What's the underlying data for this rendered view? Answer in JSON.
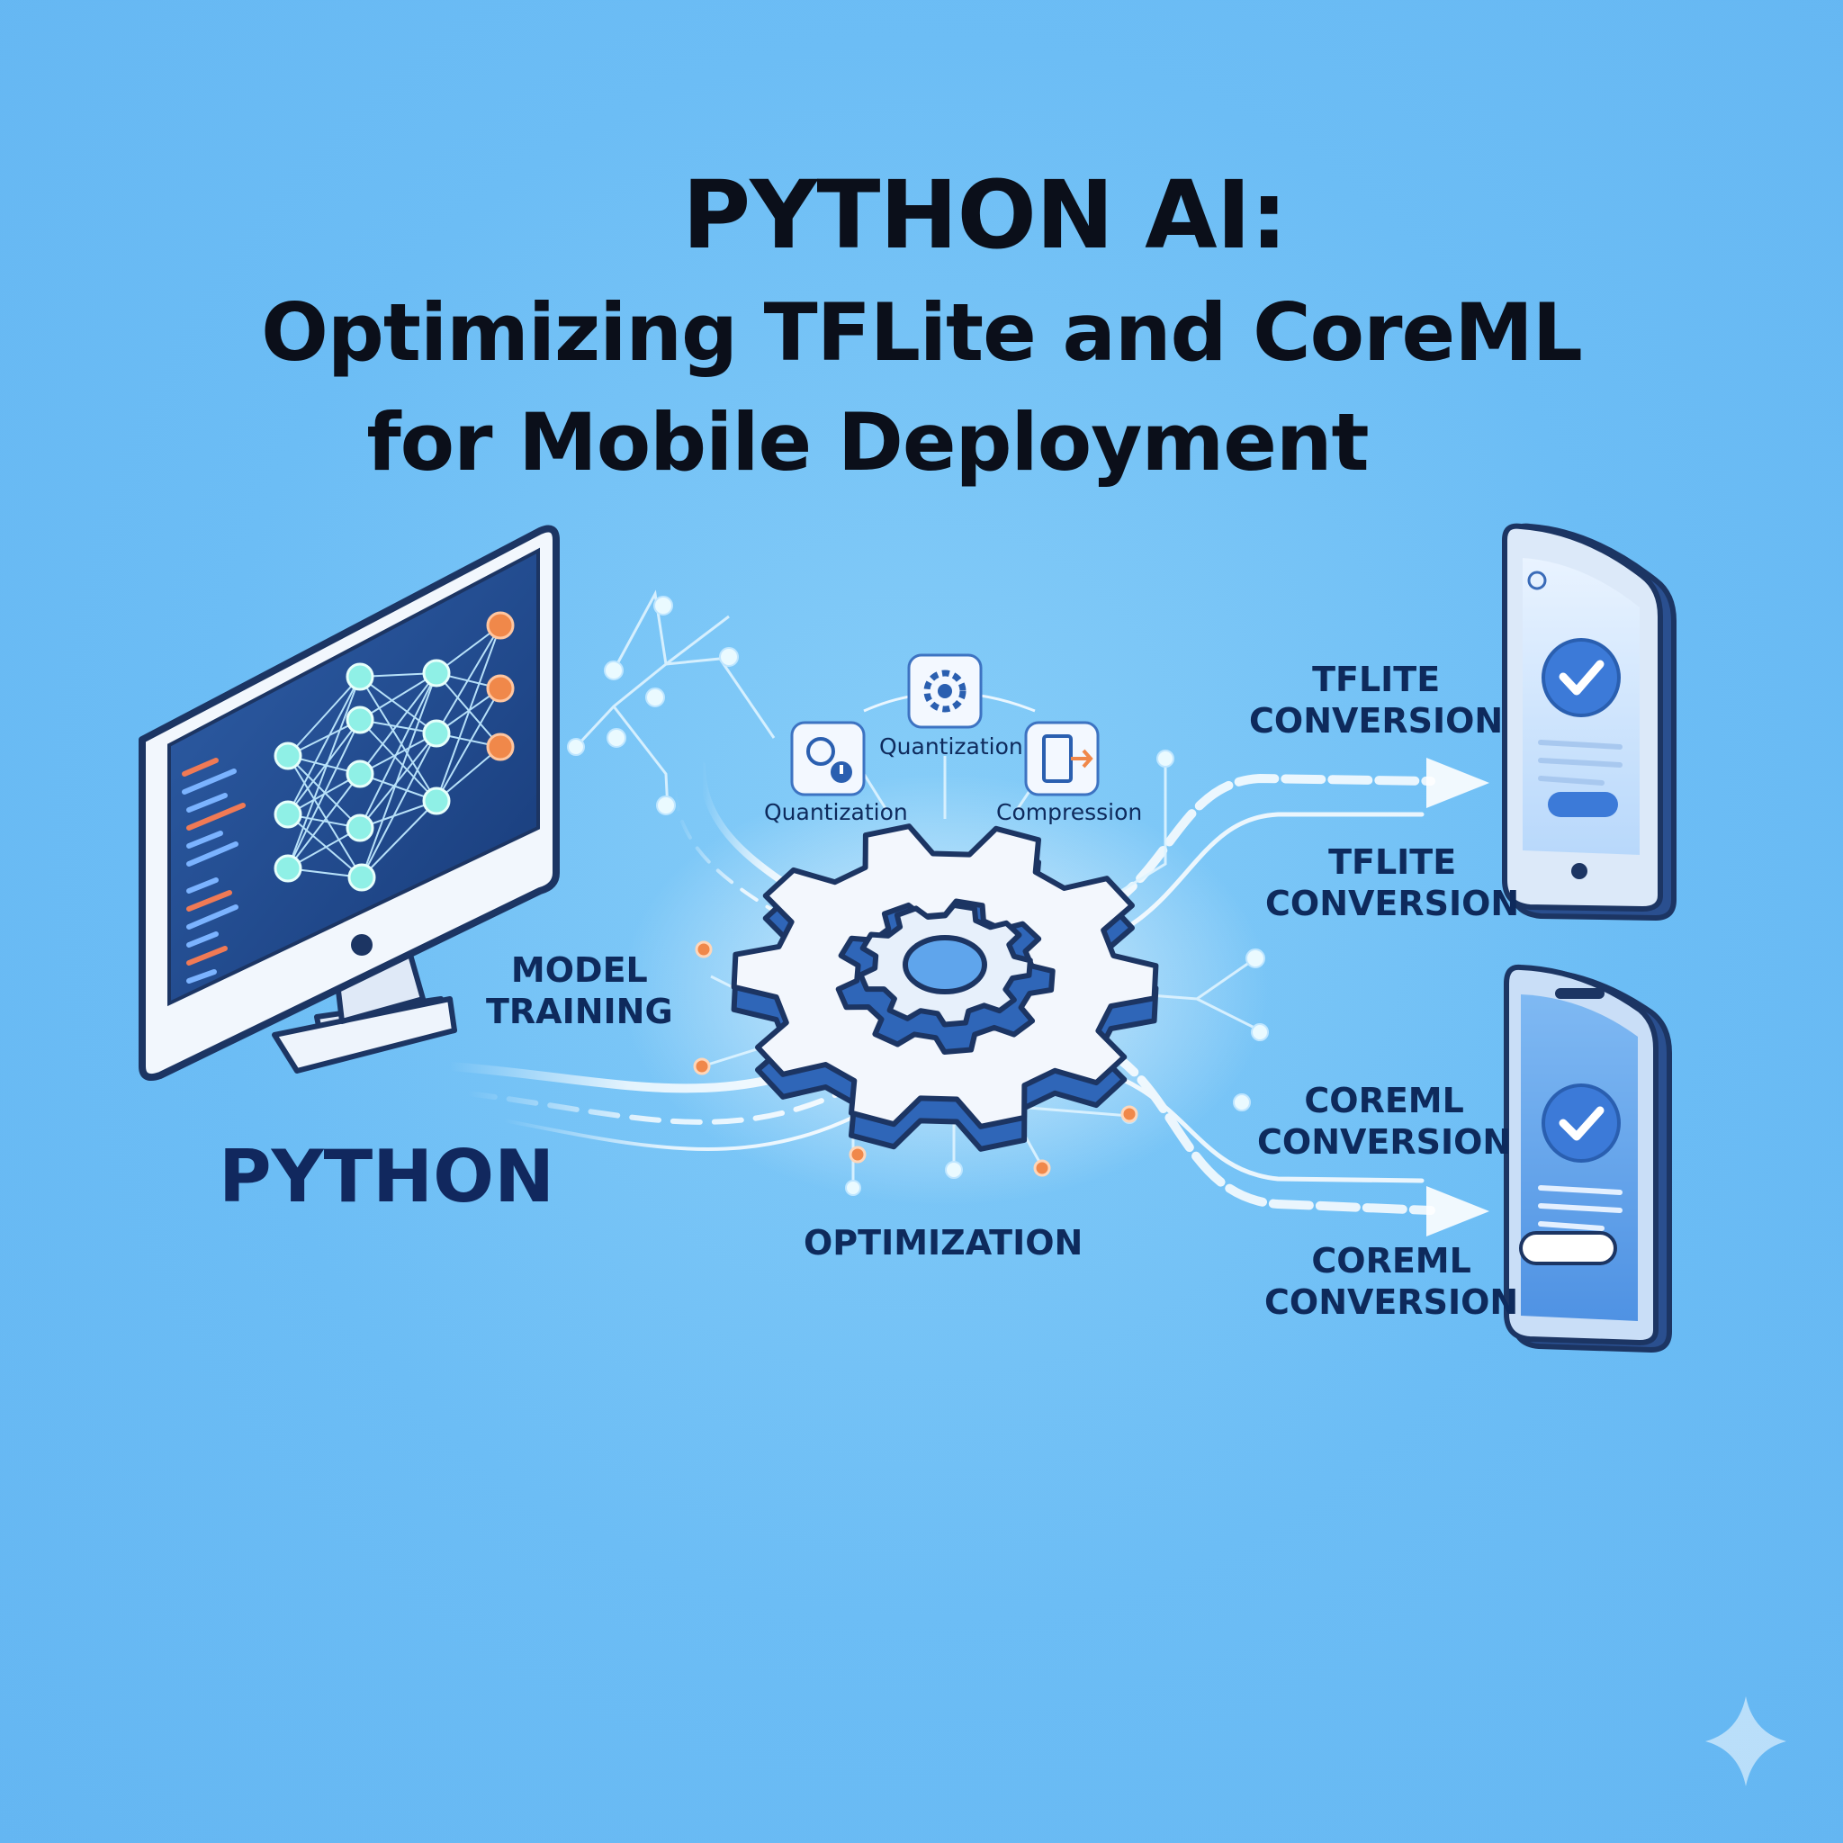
{
  "title": {
    "line1": "PYTHON AI:",
    "line2": "Optimizing TFLite and CoreML",
    "line3": "for Mobile Deployment"
  },
  "labels": {
    "model_training": "MODEL\nTRAINING",
    "python": "PYTHON",
    "optimization": "OPTIMIZATION",
    "quantization_top": "Quantization",
    "quantization_left": "Quantization",
    "compression": "Compression",
    "tflite_1": "TFLITE\nCONVERSION",
    "tflite_2": "TFLITE\nCONVERSION",
    "coreml_1": "COREML\nCONVERSION",
    "coreml_2": "COREML\nCONVERSION"
  },
  "icons": {
    "monitor": "desktop-monitor-icon",
    "network": "neural-network-icon",
    "gear": "gear-icon",
    "phone": "smartphone-icon",
    "check": "checkmark-icon",
    "sparkle": "sparkle-icon"
  },
  "colors": {
    "background": "#6cbdf5",
    "title_text": "#0b0f1a",
    "label_text": "#0e2a5c",
    "node_orange": "#f0884a",
    "node_cyan": "#8ff0e6",
    "device_dark": "#1c3563"
  }
}
